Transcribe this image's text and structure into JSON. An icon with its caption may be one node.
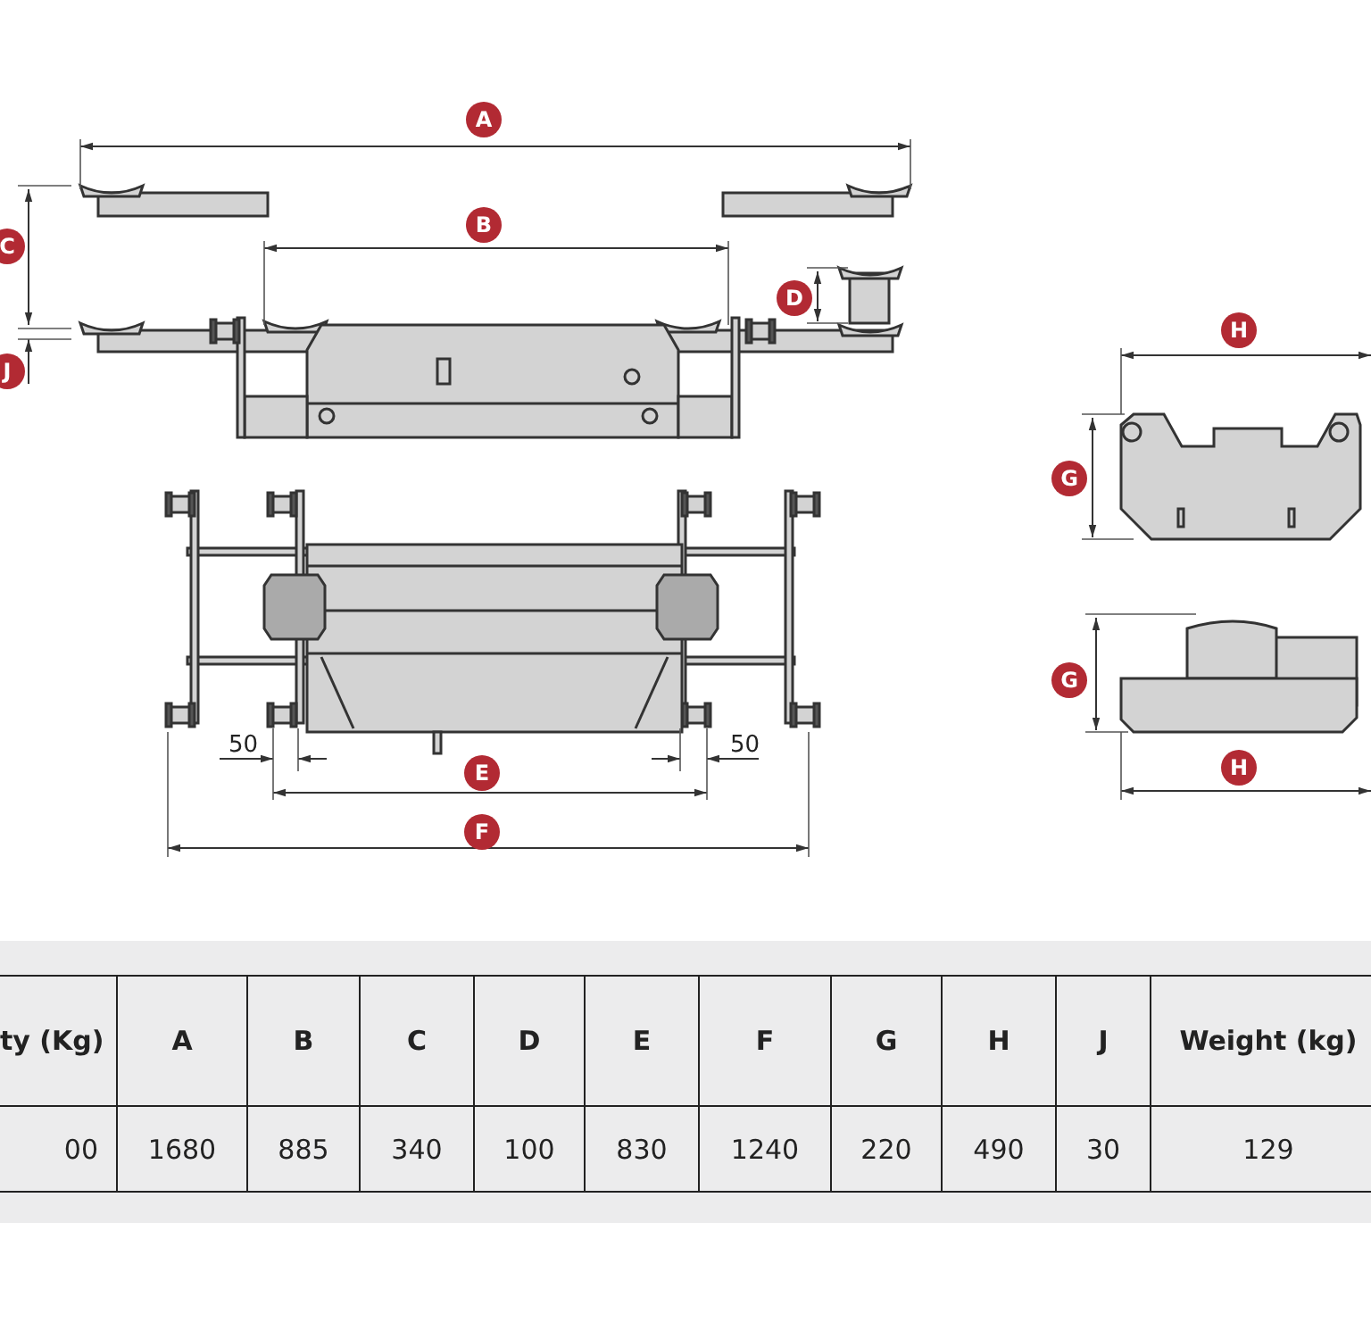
{
  "diagram": {
    "labels": [
      "A",
      "B",
      "C",
      "D",
      "J",
      "50",
      "50",
      "E",
      "F",
      "H",
      "G",
      "G",
      "H",
      "ty (Kg)",
      "A",
      "B",
      "C",
      "D",
      "E",
      "F",
      "G",
      "H",
      "J",
      "Weight (kg)",
      "00",
      "1680",
      "885",
      "340",
      "100",
      "830",
      "1240",
      "220",
      "490",
      "30",
      "129"
    ]
  }
}
